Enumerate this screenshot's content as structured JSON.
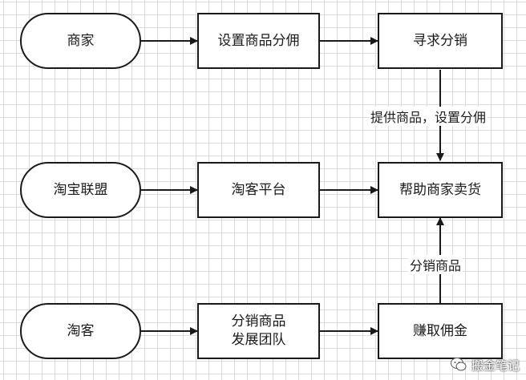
{
  "nodes": {
    "merchant": "商家",
    "set_commission": "设置商品分佣",
    "seek_distribution": "寻求分销",
    "taobao_alliance": "淘宝联盟",
    "taoke_platform": "淘客平台",
    "help_merchant_sell": "帮助商家卖货",
    "taoke": "淘客",
    "distribute_build_team": "分销商品\n发展团队",
    "earn_commission": "赚取佣金"
  },
  "edge_labels": {
    "provide_goods": "提供商品，设置分佣",
    "distribute_goods": "分销商品"
  },
  "watermark": {
    "text": "搬金笔记",
    "icon": "wechat-icon"
  },
  "colors": {
    "stroke": "#1a1a1a",
    "grid": "#dcdcdc"
  }
}
